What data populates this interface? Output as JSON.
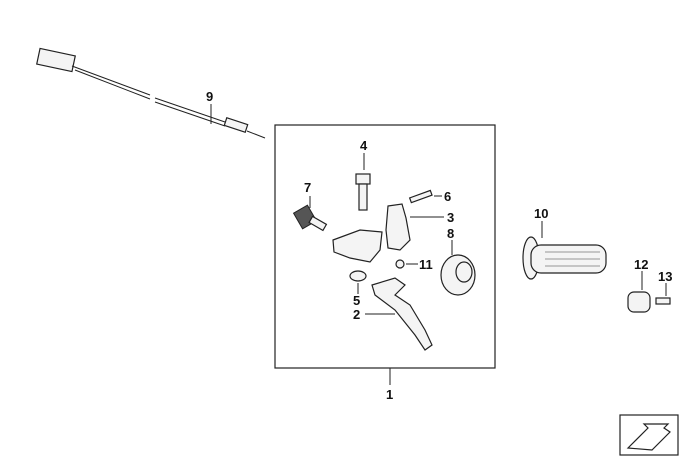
{
  "diagram": {
    "callouts": {
      "p1": "1",
      "p2": "2",
      "p3": "3",
      "p4": "4",
      "p5": "5",
      "p6": "6",
      "p7": "7",
      "p8": "8",
      "p9": "9",
      "p10": "10",
      "p11": "11",
      "p12": "12",
      "p13": "13"
    },
    "nav_icon": "arrow-corner-icon"
  }
}
